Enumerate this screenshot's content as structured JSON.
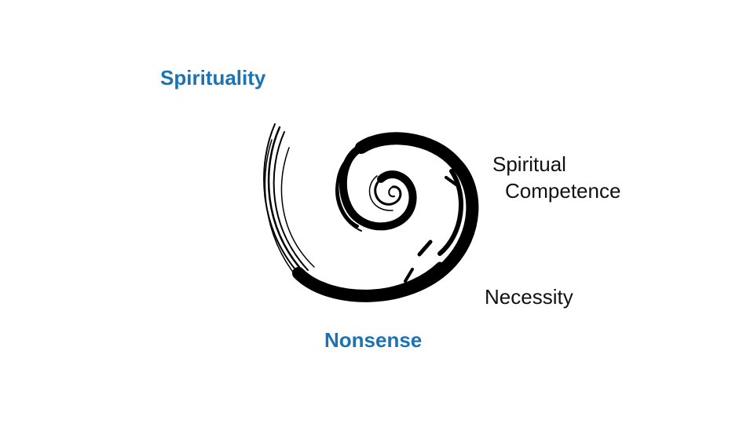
{
  "colors": {
    "accent": "#1a73b5",
    "text": "#111111",
    "spiral": "#000000",
    "background": "#ffffff"
  },
  "diagram": {
    "labels": {
      "top_left": "Spirituality",
      "bottom": "Nonsense",
      "right_top_line1": "Spiritual",
      "right_top_line2": "Competence",
      "right_bottom": "Necessity"
    },
    "graphic": "spiral-brush-icon"
  }
}
